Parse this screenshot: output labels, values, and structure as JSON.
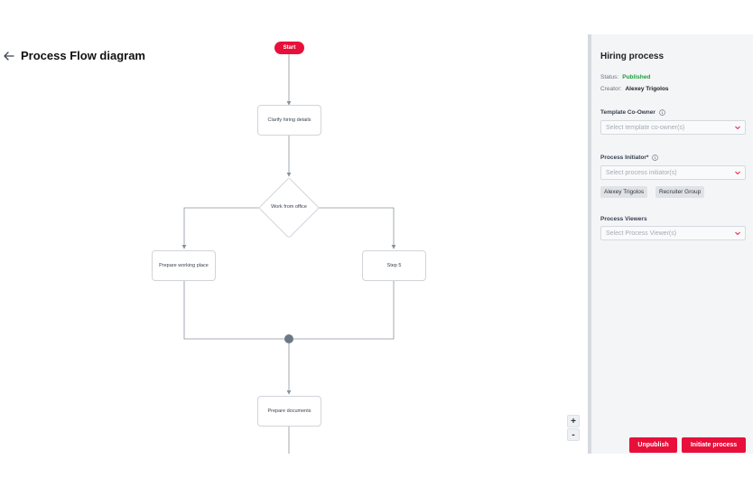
{
  "header": {
    "title": "Process Flow diagram",
    "back_icon": "arrow-left-icon"
  },
  "flow": {
    "start_label": "Start",
    "nodes": {
      "clarify": "Clarify hiring details",
      "work_from_office": "Work from office",
      "prepare_place": "Prepare working place",
      "step5": "Step 5",
      "prepare_docs": "Prepare documents"
    }
  },
  "zoom": {
    "in_label": "+",
    "out_label": "-"
  },
  "panel": {
    "title": "Hiring process",
    "status_label": "Status:",
    "status_value": "Published",
    "creator_label": "Creator:",
    "creator_value": "Alexey Trigolos",
    "co_owner": {
      "label": "Template Co-Owner",
      "placeholder": "Select template co-owner(s)"
    },
    "initiator": {
      "label": "Process Initiator*",
      "placeholder": "Select process initiator(s)",
      "chips": [
        "Alexey Trigolos",
        "Recruiter Group"
      ]
    },
    "viewers": {
      "label": "Process Viewers",
      "placeholder": "Select Process Viewer(s)"
    },
    "buttons": {
      "unpublish": "Unpublish",
      "initiate": "Initiate process"
    }
  },
  "colors": {
    "accent": "#e8103a",
    "published": "#1e9c3a",
    "connector": "#8a929c"
  }
}
